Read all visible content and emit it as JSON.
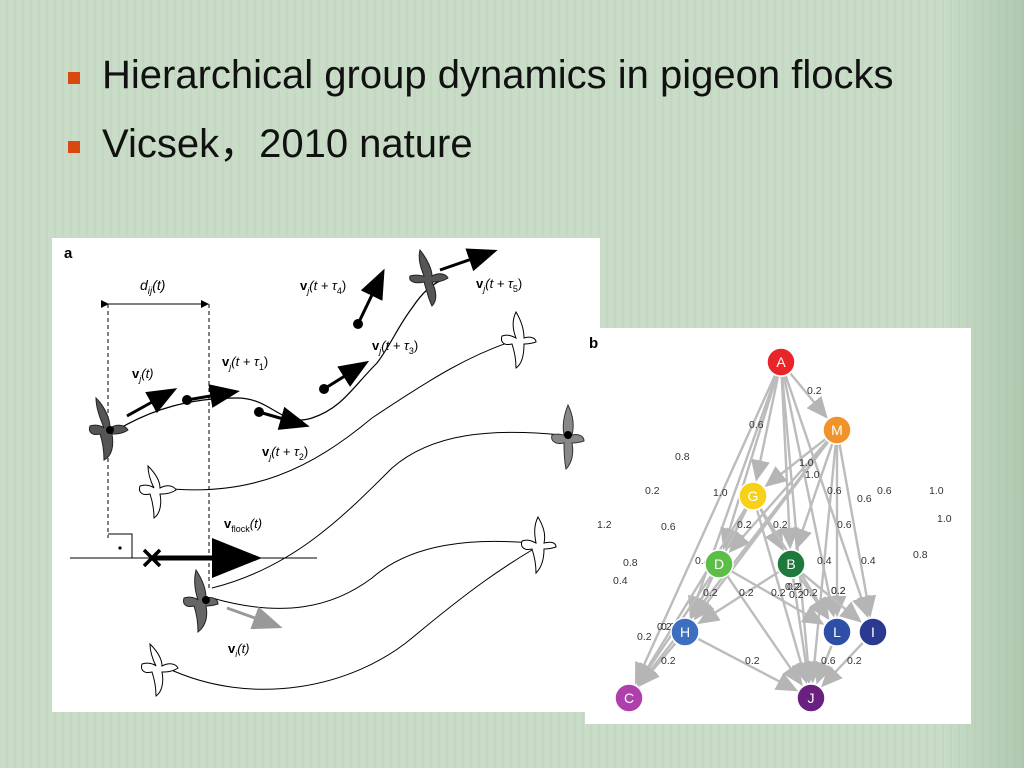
{
  "bullets": [
    {
      "text": "Hierarchical group dynamics in pigeon flocks"
    },
    {
      "text": "Vicsek，2010 nature"
    }
  ],
  "colors": {
    "bullet_mark": "#d9480f",
    "background": "#c9dcc7"
  },
  "panel_a": {
    "letter": "a",
    "dij": "d",
    "dij_sub": "ij",
    "dij_arg": "(t)",
    "vj_t": "v",
    "vj_t_sub": "j",
    "vj_t_arg": "(t)",
    "vj_tau1_arg": "(t + τ",
    "vj_tau1_sub": "1",
    "vj_tau2_arg": "(t + τ",
    "vj_tau2_sub": "2",
    "vj_tau3_arg": "(t + τ",
    "vj_tau3_sub": "3",
    "vj_tau4_arg": "(t + τ",
    "vj_tau4_sub": "4",
    "vj_tau5_arg": "(t + τ",
    "vj_tau5_sub": "5",
    "vflock": "v",
    "vflock_sub": "flock",
    "vflock_arg": "(t)",
    "vi": "v",
    "vi_sub": "i",
    "vi_arg": "(t)",
    "close_paren": ")"
  },
  "panel_b": {
    "letter": "b",
    "nodes": [
      {
        "id": "A",
        "color": "#e8262a"
      },
      {
        "id": "M",
        "color": "#f0932b"
      },
      {
        "id": "G",
        "color": "#f7d117"
      },
      {
        "id": "D",
        "color": "#5bbf47"
      },
      {
        "id": "B",
        "color": "#1e7a3c"
      },
      {
        "id": "H",
        "color": "#3c6fbf"
      },
      {
        "id": "L",
        "color": "#2d4fa8"
      },
      {
        "id": "I",
        "color": "#2a3a90"
      },
      {
        "id": "C",
        "color": "#b03fae"
      },
      {
        "id": "J",
        "color": "#6a2080"
      }
    ],
    "edge_labels": [
      "0.2",
      "0.6",
      "0.8",
      "0.2",
      "1.0",
      "1.0",
      "0.6",
      "0.6",
      "0.6",
      "1.0",
      "1.0",
      "1.0",
      "1.2",
      "0.6",
      "0.2",
      "0.2",
      "0.6",
      "0.4",
      "0.4",
      "0.8",
      "0.4",
      "0.4",
      "0.8",
      "0.2",
      "0.2",
      "0.2",
      "0.2",
      "0.2",
      "0.2",
      "0.2",
      "0.2",
      "0.2",
      "0.2",
      "0.2",
      "0.6",
      "0.2",
      "0.2",
      "0.2",
      "0.2",
      "0.2"
    ]
  }
}
